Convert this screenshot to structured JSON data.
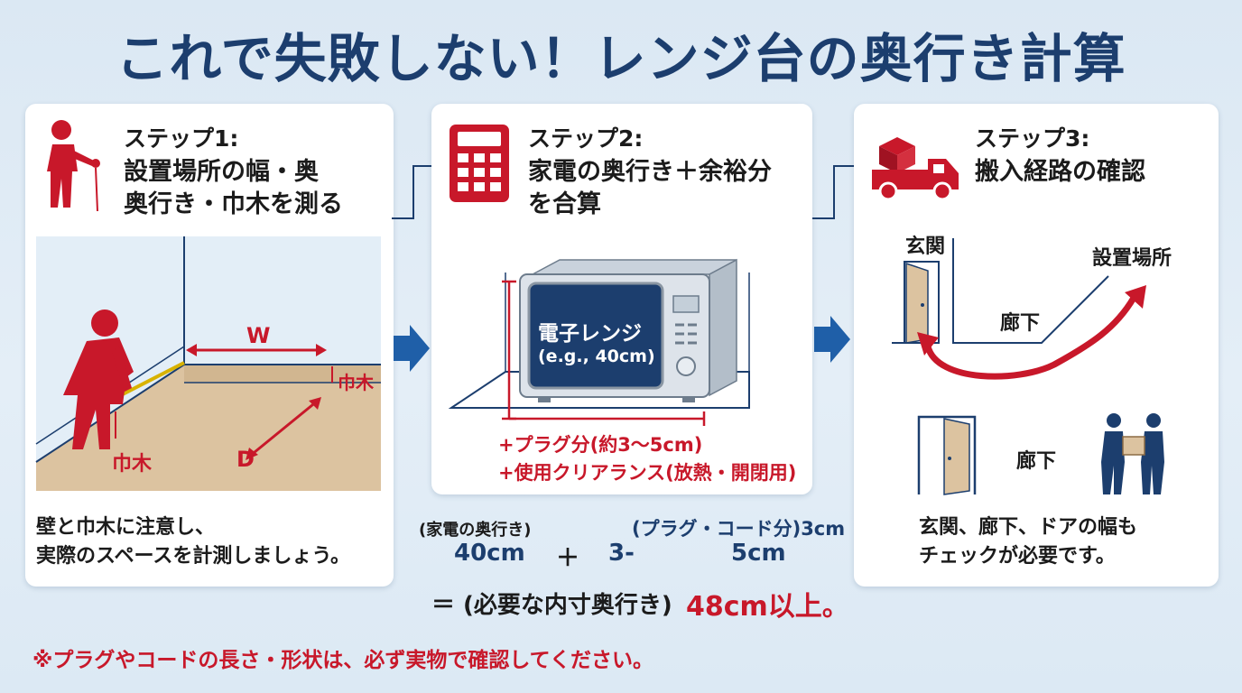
{
  "title": "これで失敗しない！レンジ台の奥行き計算",
  "step1": {
    "label": "ステップ1:",
    "lines": [
      "設置場所の幅・奥",
      "奥行き・巾木を測る"
    ],
    "tag_w": "W",
    "tag_d": "D",
    "tag_baseboard_top": "巾木",
    "tag_baseboard_bottom": "巾木",
    "note_lines": [
      "壁と巾木に注意し、",
      "実際のスペースを計測しましょう。"
    ]
  },
  "step2": {
    "label": "ステップ2:",
    "lines": [
      "家電の奥行き＋余裕分",
      "を合算"
    ],
    "screen_title": "電子レンジ",
    "screen_sub": "(e.g., 40cm)",
    "plus_lines": [
      "+プラグ分(約3〜5cm)",
      "+使用クリアランス(放熱・開閉用)"
    ]
  },
  "step3": {
    "label": "ステップ3:",
    "lines": [
      "搬入経路の確認"
    ],
    "entrance": "玄関",
    "location": "設置場所",
    "corridor_top": "廊下",
    "corridor_bottom": "廊下",
    "note_lines": [
      "玄関、廊下、ドアの幅も",
      "チェックが必要です。"
    ]
  },
  "formula": {
    "appliance_label": "(家電の奥行き)",
    "appliance_value": "40cm",
    "plus_sign": "＋",
    "plug_label": "(プラグ・コード分)3cm",
    "plug_partial": "3-",
    "plug_value": "5cm",
    "result_prefix": "＝ (必要な内寸奥行き)",
    "result_value": "48cm以上。"
  },
  "footnote": "※プラグやコードの長さ・形状は、必ず実物で確認してください。",
  "colors": {
    "navy": "#1c3e6e",
    "red": "#c8182a",
    "blue_arrow": "#1f5fa8",
    "floor": "#dcc3a0"
  },
  "icons": [
    "person-measuring-icon",
    "calculator-icon",
    "delivery-truck-icon",
    "movers-icon"
  ]
}
